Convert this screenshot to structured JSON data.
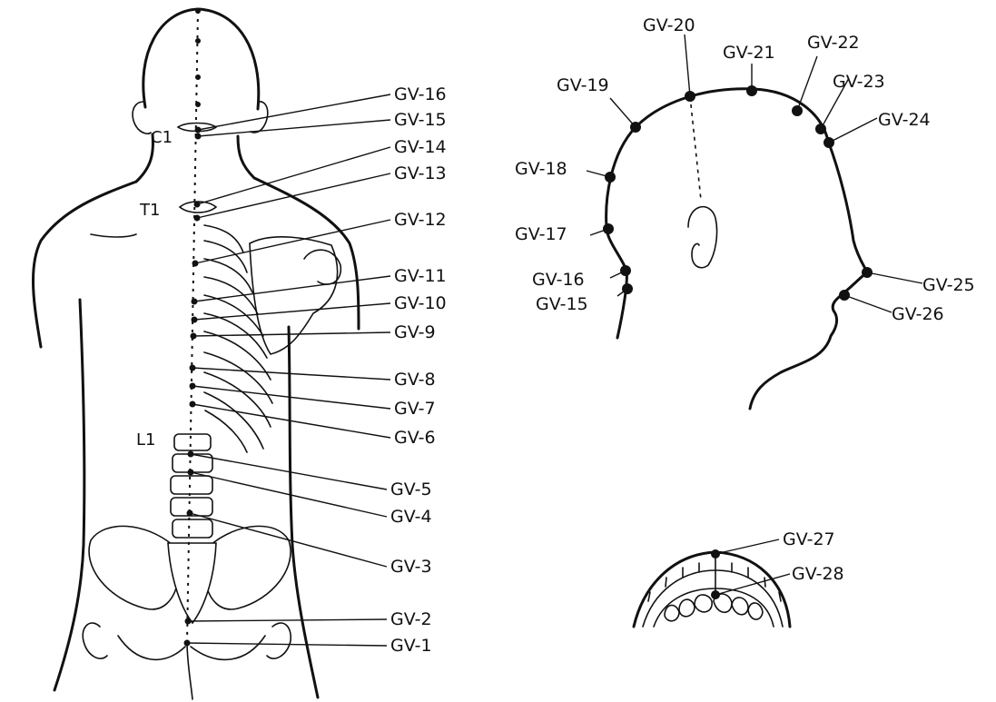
{
  "vertebra_labels": {
    "c1": "C1",
    "t1": "T1",
    "l1": "L1"
  },
  "back_points": [
    {
      "id": "gv16",
      "label": "GV-16"
    },
    {
      "id": "gv15",
      "label": "GV-15"
    },
    {
      "id": "gv14",
      "label": "GV-14"
    },
    {
      "id": "gv13",
      "label": "GV-13"
    },
    {
      "id": "gv12",
      "label": "GV-12"
    },
    {
      "id": "gv11",
      "label": "GV-11"
    },
    {
      "id": "gv10",
      "label": "GV-10"
    },
    {
      "id": "gv9",
      "label": "GV-9"
    },
    {
      "id": "gv8",
      "label": "GV-8"
    },
    {
      "id": "gv7",
      "label": "GV-7"
    },
    {
      "id": "gv6",
      "label": "GV-6"
    },
    {
      "id": "gv5",
      "label": "GV-5"
    },
    {
      "id": "gv4",
      "label": "GV-4"
    },
    {
      "id": "gv3",
      "label": "GV-3"
    },
    {
      "id": "gv2",
      "label": "GV-2"
    },
    {
      "id": "gv1",
      "label": "GV-1"
    }
  ],
  "head_points": [
    {
      "id": "gv15",
      "label": "GV-15"
    },
    {
      "id": "gv16",
      "label": "GV-16"
    },
    {
      "id": "gv17",
      "label": "GV-17"
    },
    {
      "id": "gv18",
      "label": "GV-18"
    },
    {
      "id": "gv19",
      "label": "GV-19"
    },
    {
      "id": "gv20",
      "label": "GV-20"
    },
    {
      "id": "gv21",
      "label": "GV-21"
    },
    {
      "id": "gv22",
      "label": "GV-22"
    },
    {
      "id": "gv23",
      "label": "GV-23"
    },
    {
      "id": "gv24",
      "label": "GV-24"
    },
    {
      "id": "gv25",
      "label": "GV-25"
    },
    {
      "id": "gv26",
      "label": "GV-26"
    }
  ],
  "mouth_points": [
    {
      "id": "gv27",
      "label": "GV-27"
    },
    {
      "id": "gv28",
      "label": "GV-28"
    }
  ]
}
